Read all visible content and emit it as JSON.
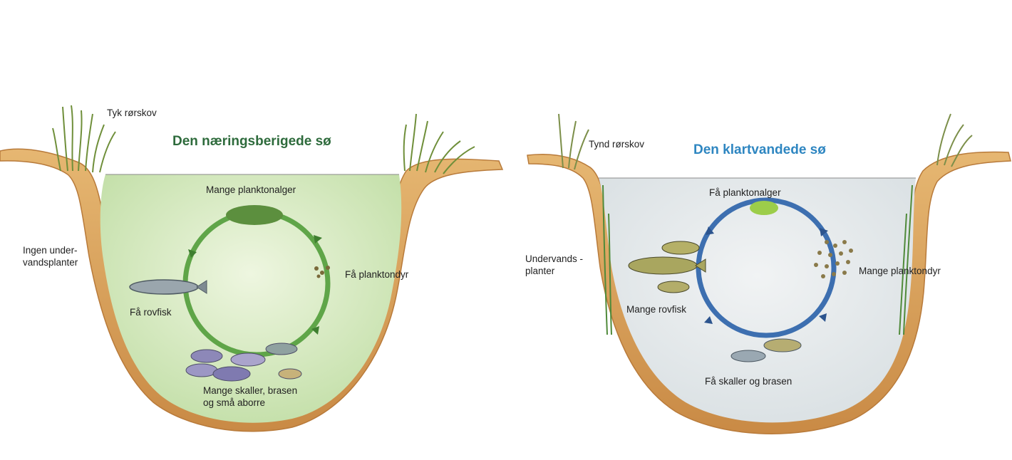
{
  "colors": {
    "left_title": "#2e6b3c",
    "right_title": "#2e86c1",
    "bank": "#d9a45e",
    "left_water": "#cfe6b8",
    "right_water": "#e3e8ea",
    "left_cycle": "#5fa548",
    "right_cycle": "#3d6fb0"
  },
  "left_lake": {
    "title": "Den næringsberigede sø",
    "labels": {
      "reeds": "Tyk rørskov",
      "no_plants": "Ingen under-\nvandsplanter",
      "plankton_algae": "Mange planktonalger",
      "zooplankton": "Få planktondyr",
      "predators": "Få rovfisk",
      "roach": "Mange skaller, brasen\nog små aborre"
    }
  },
  "right_lake": {
    "title": "Den klartvandede sø",
    "labels": {
      "reeds": "Tynd rørskov",
      "plants": "Undervands -\nplanter",
      "plankton_algae": "Få planktonalger",
      "zooplankton": "Mange planktondyr",
      "predators": "Mange rovfisk",
      "roach": "Få skaller og brasen"
    }
  }
}
